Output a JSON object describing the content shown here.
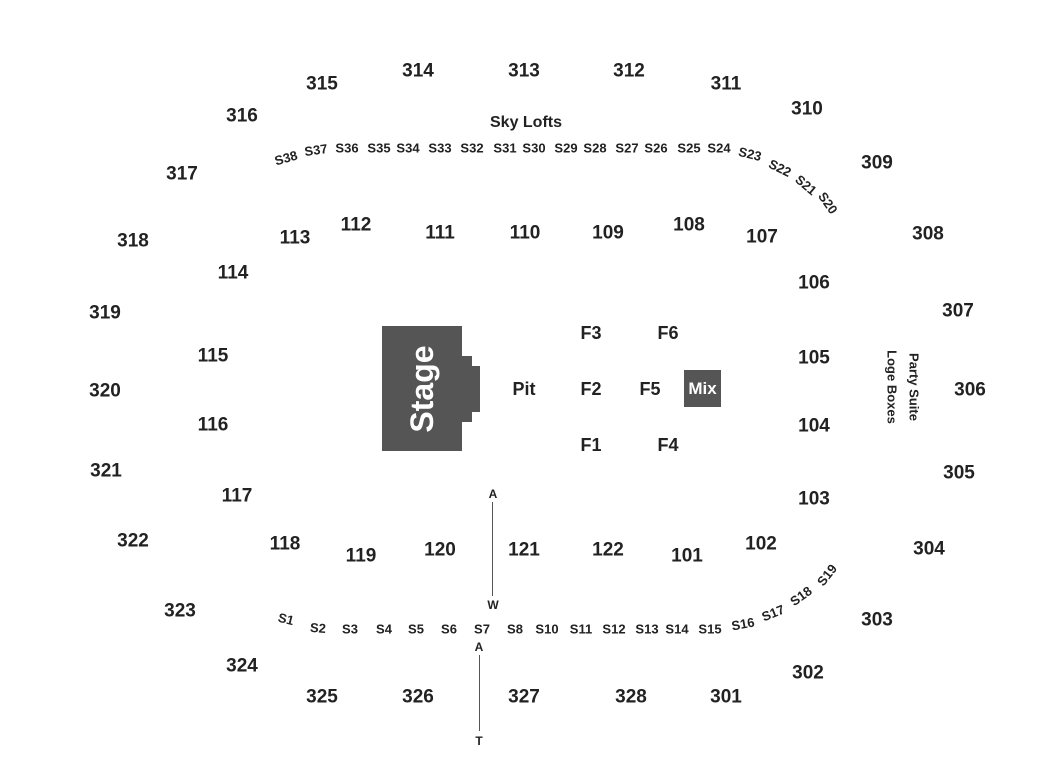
{
  "sections_300": [
    "301",
    "302",
    "303",
    "304",
    "305",
    "306",
    "307",
    "308",
    "309",
    "310",
    "311",
    "312",
    "313",
    "314",
    "315",
    "316",
    "317",
    "318",
    "319",
    "320",
    "321",
    "322",
    "323",
    "324",
    "325",
    "326",
    "327",
    "328"
  ],
  "sections_100": [
    "101",
    "102",
    "103",
    "104",
    "105",
    "106",
    "107",
    "108",
    "109",
    "110",
    "111",
    "112",
    "113",
    "114",
    "115",
    "116",
    "117",
    "118",
    "119",
    "120",
    "121",
    "122"
  ],
  "sky_lofts": {
    "title": "Sky Lofts",
    "top": [
      "S38",
      "S37",
      "S36",
      "S35",
      "S34",
      "S33",
      "S32",
      "S31",
      "S30",
      "S29",
      "S28",
      "S27",
      "S26",
      "S25",
      "S24",
      "S23",
      "S22",
      "S21",
      "S20"
    ],
    "bottom": [
      "S1",
      "S2",
      "S3",
      "S4",
      "S5",
      "S6",
      "S7",
      "S8",
      "S10",
      "S11",
      "S12",
      "S13",
      "S14",
      "S15",
      "S16",
      "S17",
      "S18",
      "S19"
    ]
  },
  "floor": {
    "stage": "Stage",
    "pit": "Pit",
    "mix": "Mix",
    "sections": [
      "F1",
      "F2",
      "F3",
      "F4",
      "F5",
      "F6"
    ]
  },
  "side_labels": {
    "party_suite": "Party Suite",
    "loge_boxes": "Loge Boxes"
  },
  "aisles": {
    "top_aisle": [
      "A",
      "W"
    ],
    "bottom_aisle": [
      "A",
      "T"
    ]
  },
  "colors": {
    "stage_fill": "#555555",
    "text": "#222222",
    "background": "#ffffff"
  }
}
